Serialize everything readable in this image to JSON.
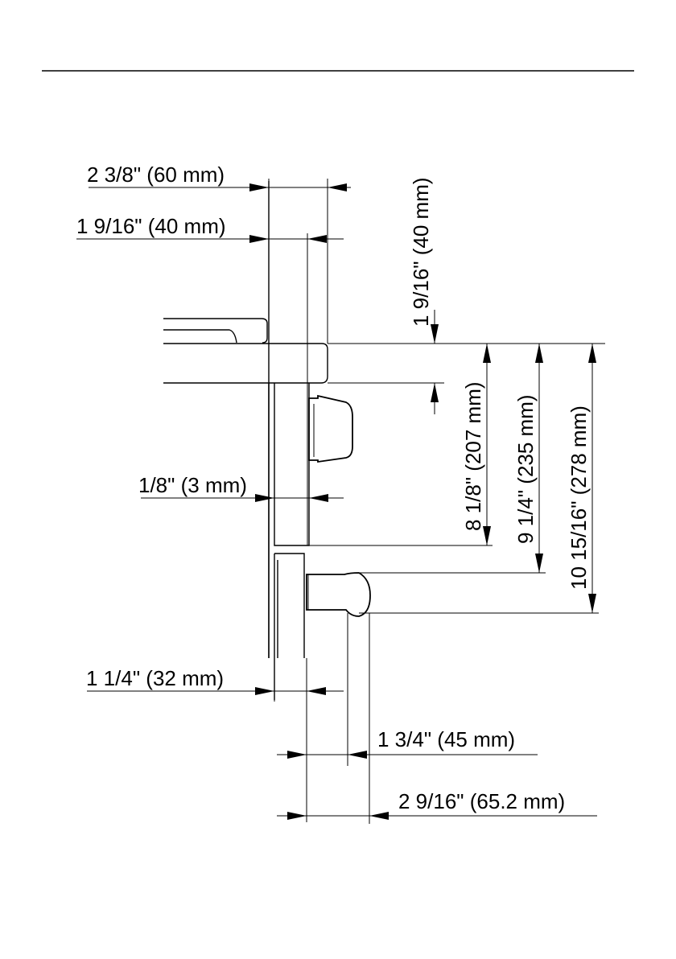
{
  "dimensions": {
    "overall_depth": "2 3/8\" (60 mm)",
    "handle_offset": "1 9/16\" (40 mm)",
    "top_gap": "1 9/16\" (40 mm)",
    "panel_gap": "1/8\" (3 mm)",
    "height_to_panel": "8 1/8\" (207 mm)",
    "height_to_handle_top": "9 1/4\" (235 mm)",
    "height_to_handle_bottom": "10 15/16\" (278 mm)",
    "panel_thickness": "1 1/4\"  (32 mm)",
    "handle_projection": "1 3/4\"  (45 mm)",
    "total_projection": "2 9/16\"  (65.2 mm)"
  }
}
